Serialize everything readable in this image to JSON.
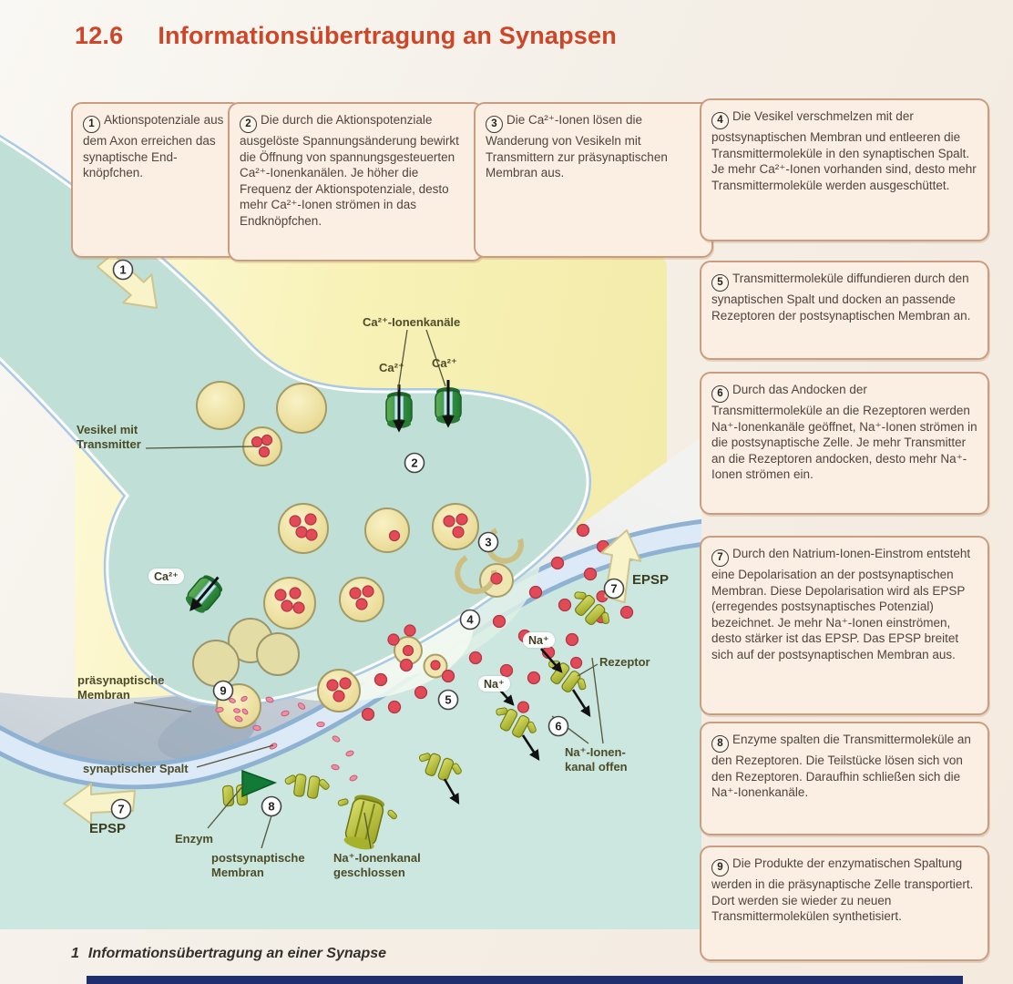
{
  "page": {
    "section_number": "12.6",
    "title": "Informationsübertragung an Synapsen",
    "caption_number": "1",
    "caption": "Informationsübertragung an einer Synapse"
  },
  "callouts": [
    {
      "num": "1",
      "text": "Aktionspotenziale aus dem Axon erreichen das synaptische End­knöpfchen."
    },
    {
      "num": "2",
      "text": "Die durch die Aktionspotenziale ausgelöste Spannungsänderung bewirkt die Öffnung von spannungsgesteuerten Ca²⁺-Ionenkanälen. Je höher die Frequenz der Aktionspotenziale, desto mehr Ca²⁺-Ionen strömen in das Endknöpfchen."
    },
    {
      "num": "3",
      "text": "Die Ca²⁺-Ionen lösen die Wanderung von Vesikeln mit Transmittern zur präsynaptischen Membran aus."
    },
    {
      "num": "4",
      "text": "Die Vesikel verschmelzen mit der postsynaptischen Membran und entleeren die Transmittermoleküle in den synaptischen Spalt. Je mehr Ca²⁺-Ionen vorhanden sind, desto mehr Transmittermoleküle werden ausgeschüttet."
    },
    {
      "num": "5",
      "text": "Transmittermoleküle diffundieren durch den synaptischen Spalt und docken an passende Rezeptoren der postsynaptischen Membran an."
    },
    {
      "num": "6",
      "text": "Durch das Andocken der Transmittermoleküle an die Rezeptoren werden Na⁺-Ionenkanäle geöffnet, Na⁺-Ionen strömen in die postsynaptische Zelle. Je mehr Transmitter an die Rezeptoren andocken, desto mehr Na⁺-Ionen strömen ein."
    },
    {
      "num": "7",
      "text": "Durch den Natrium-Ionen-Einstrom entsteht eine Depolarisation an der postsynaptischen Membran. Diese Depolarisation wird als EPSP (erregendes postsynaptisches Potenzial) bezeichnet. Je mehr Na⁺-Ionen einströmen, desto stärker ist das EPSP. Das EPSP breitet sich auf der postsynaptischen Membran aus."
    },
    {
      "num": "8",
      "text": "Enzyme spalten die Transmittermoleküle an den Rezeptoren. Die Teilstücke lösen sich von den Rezeptoren. Daraufhin schließen sich die Na⁺-Ionenkanäle."
    },
    {
      "num": "9",
      "text": "Die Produkte der enzymatischen Spaltung werden in die präsynaptische Zelle transportiert. Dort werden sie wieder zu neuen Transmittermolekülen synthetisiert."
    }
  ],
  "labels": {
    "ca_channels": "Ca²⁺-Ionenkanäle",
    "ca_ion_a": "Ca²⁺",
    "ca_ion_b": "Ca²⁺",
    "ca_ion_left": "Ca²⁺",
    "vesicle": "Vesikel mit\nTransmitter",
    "presynaptic_membrane": "präsynaptische\nMembran",
    "synaptic_cleft": "synaptischer Spalt",
    "epsp_left": "EPSP",
    "epsp_right": "EPSP",
    "enzyme": "Enzym",
    "postsynaptic_membrane": "postsynaptische\nMembran",
    "na_channel_closed": "Na⁺-Ionenkanal\ngeschlossen",
    "na_channel_open": "Na⁺-Ionen-\nkanal offen",
    "na_ion_a": "Na⁺",
    "na_ion_b": "Na⁺",
    "receptor": "Rezeptor"
  },
  "markers": {
    "m1": "1",
    "m2": "2",
    "m3": "3",
    "m4": "4",
    "m5": "5",
    "m6": "6",
    "m7": "7",
    "m8": "8",
    "m9": "9"
  },
  "colors": {
    "title_red": "#ce4628",
    "callout_bg": "#fbeee2",
    "callout_border": "#cb9d80",
    "diagram_yellow": "#f8f2b8",
    "axon_teal": "#bfdfd7",
    "membrane_blue": "#a9c9e4",
    "vesicle_yellow": "#efe3a2",
    "transmitter_red": "#e24a58",
    "ca_channel_green": "#2e8b3d",
    "receptor_yellowgreen": "#b9c230",
    "epsp_arrow_yellow": "#f9f3c9",
    "enzyme_green": "#117a35",
    "footer_bar_blue": "#1e2e6e"
  }
}
